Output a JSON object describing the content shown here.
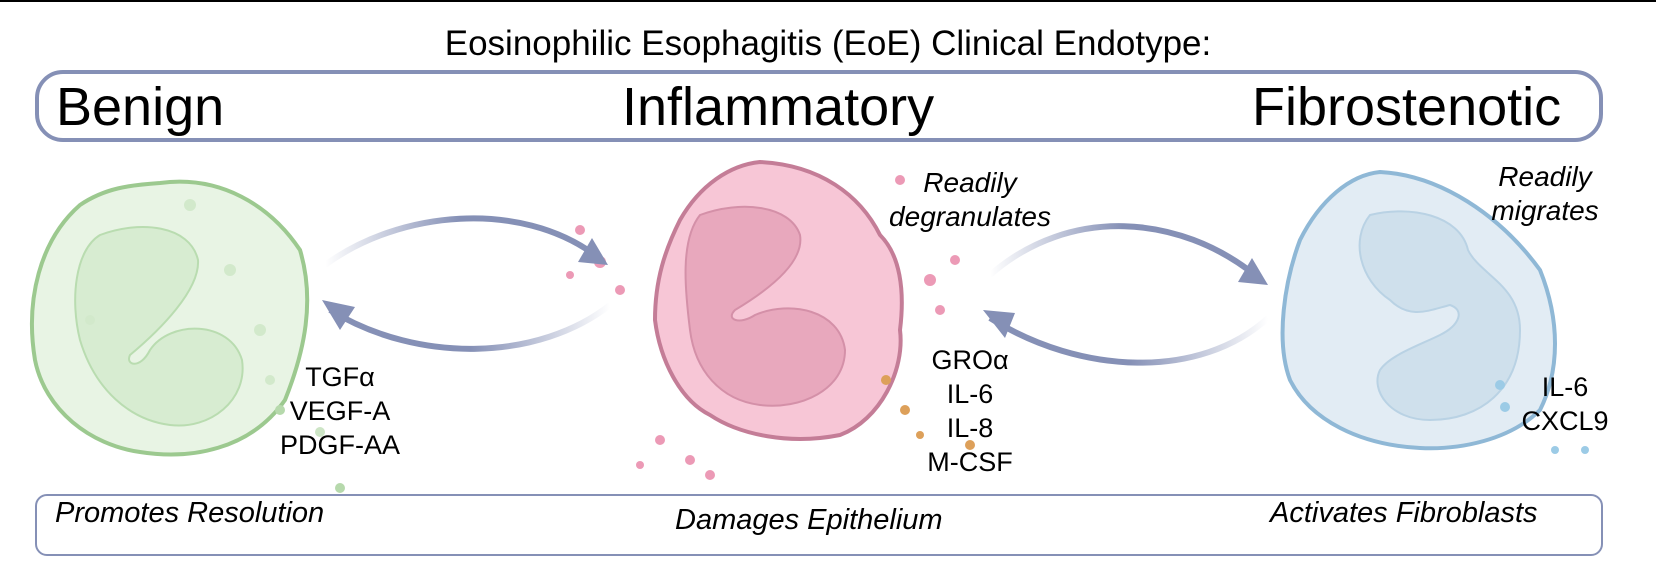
{
  "title": "Eosinophilic Esophagitis (EoE) Clinical Endotype:",
  "endotypes": [
    {
      "label": "Benign",
      "outcome": "Promotes Resolution",
      "cytokines": [
        "TGFα",
        "VEGF-A",
        "PDGF-AA"
      ],
      "note": "",
      "color": "#9cc98f"
    },
    {
      "label": "Inflammatory",
      "outcome": "Damages Epithelium",
      "cytokines": [
        "GROα",
        "IL-6",
        "IL-8",
        "M-CSF"
      ],
      "note": "Readily degranulates",
      "color": "#c47d97"
    },
    {
      "label": "Fibrostenotic",
      "outcome": "Activates Fibroblasts",
      "cytokines": [
        "IL-6",
        "CXCL9"
      ],
      "note": "Readily migrates",
      "color": "#8fb8d6"
    }
  ],
  "notes": {
    "inflammatory_line1": "Readily",
    "inflammatory_line2": "degranulates",
    "fibrostenotic_line1": "Readily",
    "fibrostenotic_line2": "migrates"
  },
  "colors": {
    "border": "#8590b6",
    "arrow": "#8590b6",
    "benign_fill": "#e8f4e4",
    "inflammatory_fill": "#f7c6d6",
    "fibrostenotic_fill": "#e2ecf4"
  },
  "icons": [
    "benign-eosinophil-icon",
    "inflammatory-eosinophil-icon",
    "fibrostenotic-eosinophil-icon",
    "arrow-icon"
  ]
}
